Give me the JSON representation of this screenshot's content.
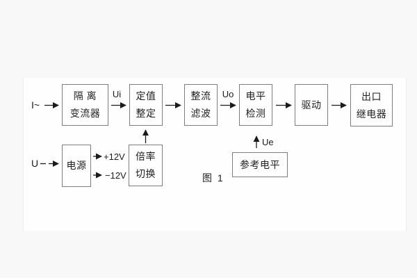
{
  "figure": {
    "caption": "图 1"
  },
  "blocks": {
    "isolation_transformer": {
      "line1": "隔 离",
      "line2": "变流器"
    },
    "setpoint_adjust": {
      "line1": "定值",
      "line2": "整定"
    },
    "rectifier_filter": {
      "line1": "整流",
      "line2": "滤波"
    },
    "level_detect": {
      "line1": "电平",
      "line2": "检测"
    },
    "drive": {
      "label": "驱动"
    },
    "output_relay": {
      "line1": "出口",
      "line2": "继电器"
    },
    "power_supply": {
      "label": "电源"
    },
    "ratio_switch": {
      "line1": "倍率",
      "line2": "切换"
    },
    "reference_level": {
      "label": "参考电平"
    }
  },
  "signals": {
    "input_current": "I~",
    "input_voltage": "U",
    "ui": "Ui",
    "uo": "Uo",
    "ue": "Ue",
    "plus12": "+12V",
    "minus12": "−12V"
  },
  "colors": {
    "box_border": "#7d7d7d",
    "arrow": "#1a1a1a",
    "text": "#1f1f1f",
    "panel_bg": "#fffefe",
    "page_bg": "#f8f8f8"
  }
}
